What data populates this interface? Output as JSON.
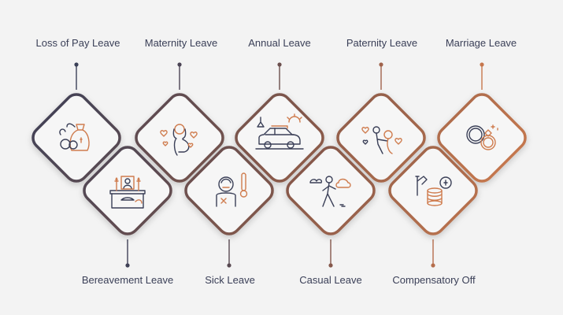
{
  "colors": {
    "background": "#f3f3f3",
    "text": "#3a3f57",
    "gradient_start": "#3a3f57",
    "gradient_end": "#cf7c4e"
  },
  "leave_types": [
    {
      "label": "Loss of Pay Leave",
      "position": "top",
      "icon": "money-bag-icon"
    },
    {
      "label": "Bereavement Leave",
      "position": "bottom",
      "icon": "memorial-altar-icon"
    },
    {
      "label": "Maternity Leave",
      "position": "top",
      "icon": "pregnant-woman-icon"
    },
    {
      "label": "Sick Leave",
      "position": "bottom",
      "icon": "sick-person-thermometer-icon"
    },
    {
      "label": "Annual Leave",
      "position": "top",
      "icon": "car-trip-icon"
    },
    {
      "label": "Casual Leave",
      "position": "bottom",
      "icon": "walking-person-icon"
    },
    {
      "label": "Paternity Leave",
      "position": "top",
      "icon": "father-child-icon"
    },
    {
      "label": "Compensatory Off",
      "position": "bottom",
      "icon": "coins-hand-icon"
    },
    {
      "label": "Marriage Leave",
      "position": "top",
      "icon": "wedding-rings-icon"
    }
  ]
}
